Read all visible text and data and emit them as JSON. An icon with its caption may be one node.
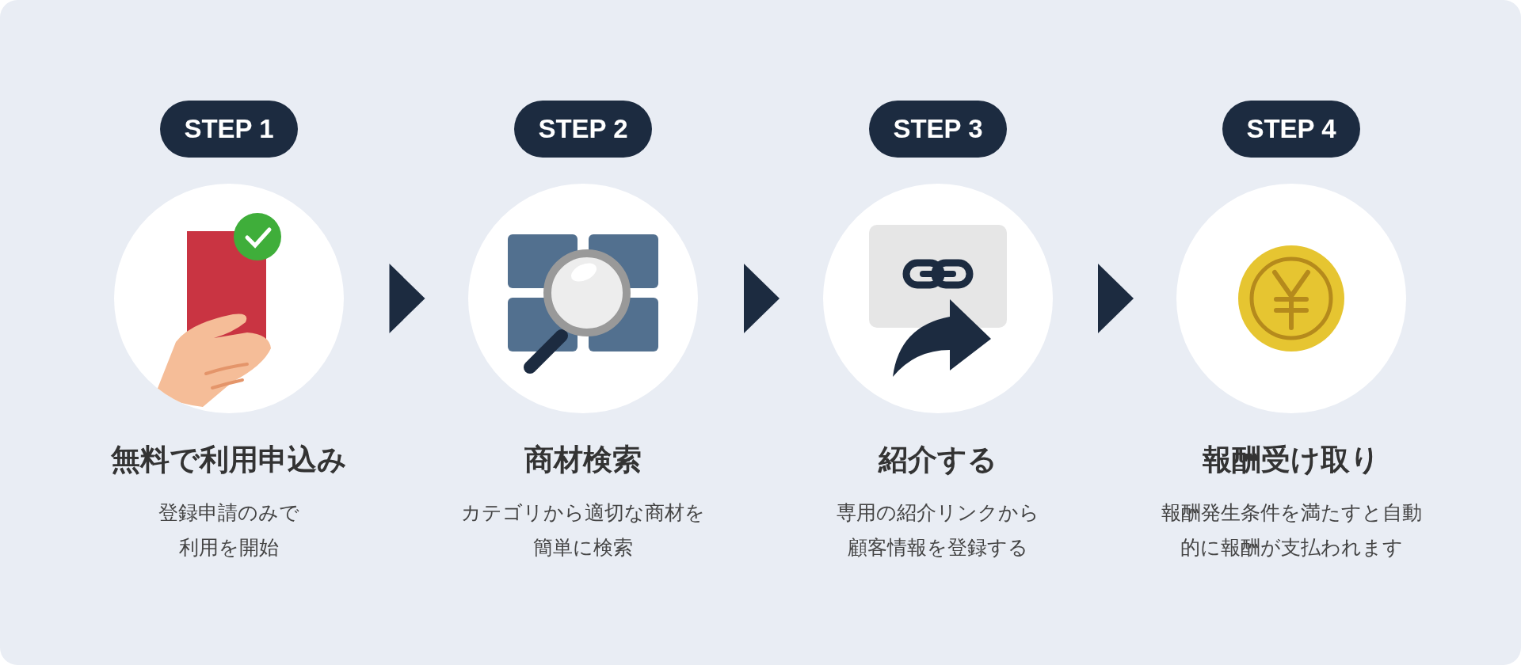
{
  "diagram": {
    "nodes": [
      {
        "text": [
          "STEP 1"
        ]
      },
      {
        "text": [],
        "shape": "circle",
        "beside": [
          "無料で利用申込み",
          "登録申請のみで利用を開始"
        ]
      },
      {
        "text": [
          "STEP 2"
        ]
      },
      {
        "text": [],
        "shape": "circle",
        "beside": [
          "商材検索",
          "カテゴリから適切な商材を簡単に検索"
        ]
      },
      {
        "text": [
          "STEP 3"
        ]
      },
      {
        "text": [],
        "shape": "circle",
        "beside": [
          "紹介する",
          "専用の紹介リンクから顧客情報を登録する"
        ]
      },
      {
        "text": [
          "STEP 4"
        ]
      },
      {
        "text": [],
        "shape": "circle",
        "beside": [
          "報酬受け取り",
          "報酬発生条件を満たすと自動的に報酬が支払われます"
        ]
      }
    ],
    "edges": [
      {
        "from": 1,
        "to": 3,
        "arrow": "to"
      },
      {
        "from": 3,
        "to": 5,
        "arrow": "to"
      },
      {
        "from": 5,
        "to": 7,
        "arrow": "to"
      }
    ]
  }
}
